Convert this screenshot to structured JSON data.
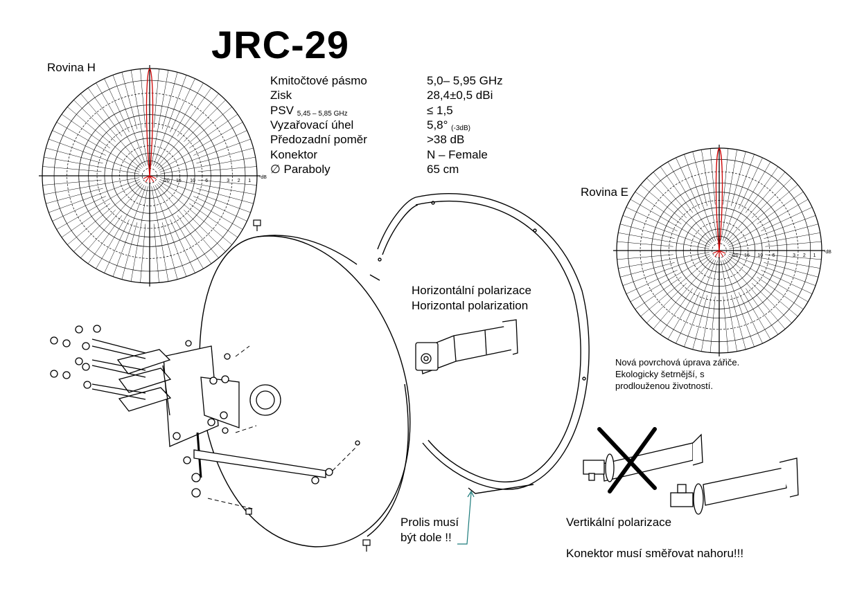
{
  "title": "JRC-29",
  "plane_h_label": "Rovina H",
  "plane_e_label": "Rovina E",
  "specs": [
    {
      "name": "Kmitočtové pásmo",
      "sub": "",
      "value": "5,0– 5,95 GHz",
      "value_sub": ""
    },
    {
      "name": "Zisk",
      "sub": "",
      "value": "28,4±0,5 dBi",
      "value_sub": ""
    },
    {
      "name": "PSV",
      "sub": "5,45 – 5,85 GHz",
      "value": "≤ 1,5",
      "value_sub": ""
    },
    {
      "name": "Vyzařovací úhel",
      "sub": "",
      "value": "5,8°",
      "value_sub": "(-3dB)"
    },
    {
      "name": "Předozadní poměr",
      "sub": "",
      "value": ">38 dB",
      "value_sub": ""
    },
    {
      "name": "Konektor",
      "sub": "",
      "value": "N – Female",
      "value_sub": ""
    },
    {
      "name": "∅ Paraboly",
      "sub": "",
      "value": "65 cm",
      "value_sub": ""
    }
  ],
  "polar_scale": [
    "20",
    "15",
    "10",
    "6",
    "3",
    "2",
    "1"
  ],
  "polar_unit": "-dB",
  "horizontal_polarization": [
    "Horizontální polarizace",
    "Horizontal polarization"
  ],
  "surface_note": [
    "Nová povrchová úprava zářiče.",
    "Ekologicky šetrnější, s",
    "prodlouženou životností."
  ],
  "prolis_note": [
    "Prolis musí",
    "být dole !!"
  ],
  "vertical_polarization": "Vertikální polarizace",
  "connector_note": "Konektor musí směřovat nahoru!!!",
  "colors": {
    "pattern": "#d00000",
    "arrow_line": "#1a7a7a",
    "lines": "#000000"
  }
}
